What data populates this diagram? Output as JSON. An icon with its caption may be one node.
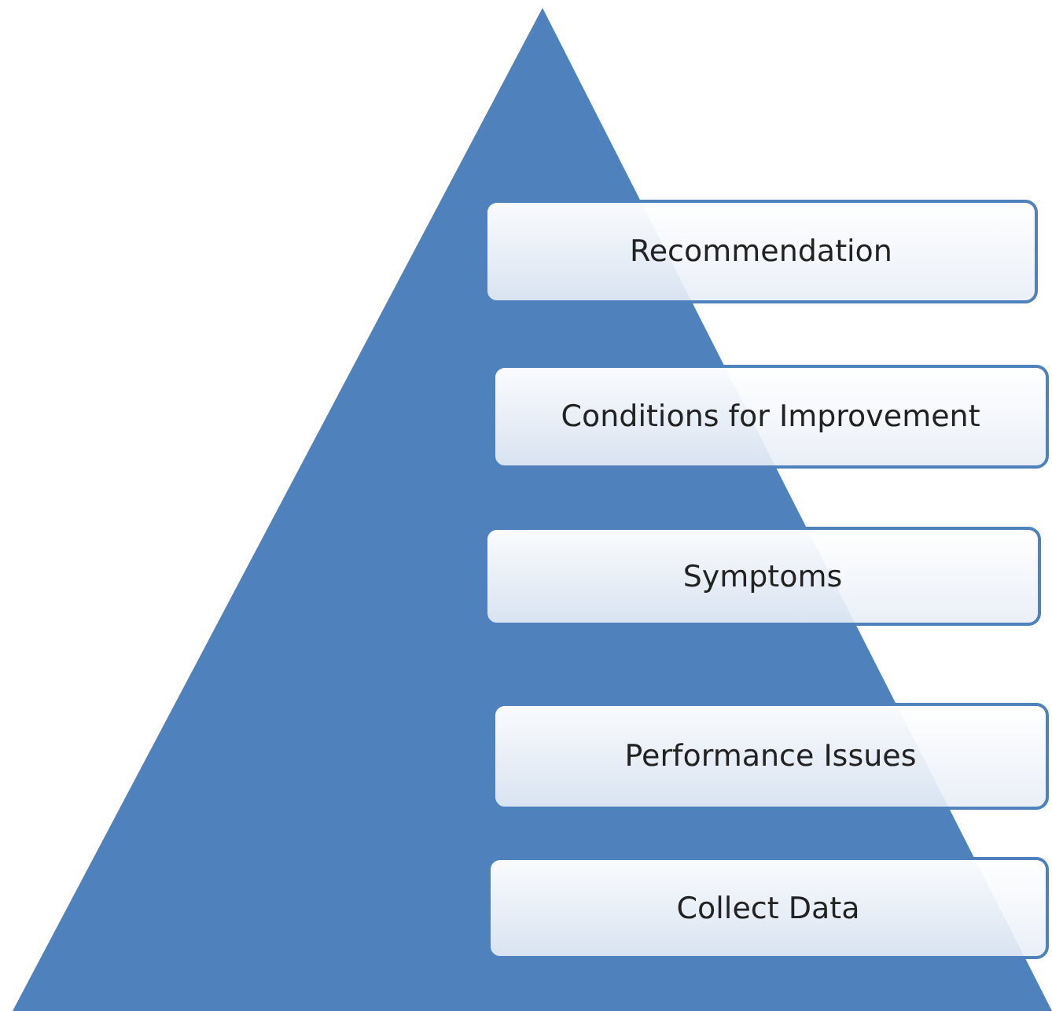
{
  "diagram": {
    "nodes": [
      {
        "text": [
          "Recommendation"
        ]
      },
      {
        "text": [
          "Conditions for Improvement"
        ]
      },
      {
        "text": [
          "Symptoms"
        ]
      },
      {
        "text": [
          "Performance Issues"
        ]
      },
      {
        "text": [
          "Collect Data"
        ]
      }
    ],
    "edges": []
  }
}
